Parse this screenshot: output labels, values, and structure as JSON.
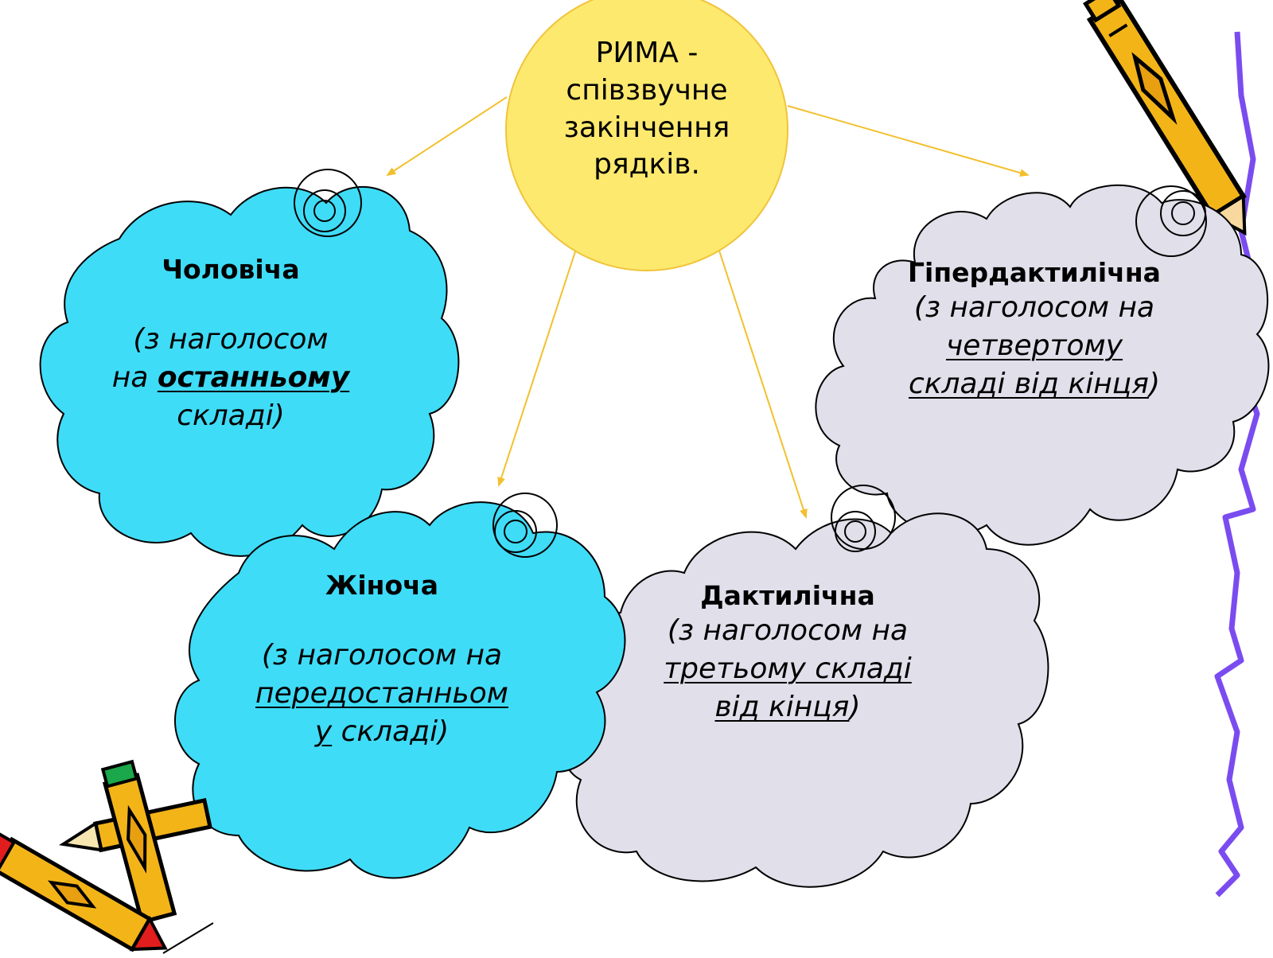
{
  "center": {
    "lines": [
      "РИМА -",
      "співзвучне",
      "закінчення",
      "рядків."
    ]
  },
  "clouds": [
    {
      "id": "masculine",
      "title": "Чоловіча",
      "prefix": "(з наголосом",
      "line2_pre": "на ",
      "emph": "останньому",
      "line3": "складі)",
      "color": "#3fdcf7"
    },
    {
      "id": "feminine",
      "title": "Жіноча",
      "prefix": "(з наголосом на",
      "emph_a": "передостанньом",
      "emph_b": "у",
      "after": " складі)",
      "color": "#3fdcf7"
    },
    {
      "id": "dactylic",
      "title": "Дактилічна",
      "prefix": "(з наголосом на",
      "emph_a": "третьому складі",
      "emph_b": "від кінця",
      "after": ")",
      "color": "#e0dfea"
    },
    {
      "id": "hyperdactylic",
      "title": "Гіпердактилічна",
      "prefix": "(з наголосом на",
      "emph_a": "четвертому",
      "emph_b": "складі від кінця",
      "after": ")",
      "color": "#e0dfea"
    }
  ],
  "colors": {
    "center_fill": "#fde96e",
    "center_stroke": "#f0c43a",
    "arrow": "#f2c02e",
    "squiggle": "#7a4cf0",
    "pencil_yellow": "#f3b418",
    "pencil_red": "#e21d1d",
    "pencil_green": "#1aa84a"
  }
}
